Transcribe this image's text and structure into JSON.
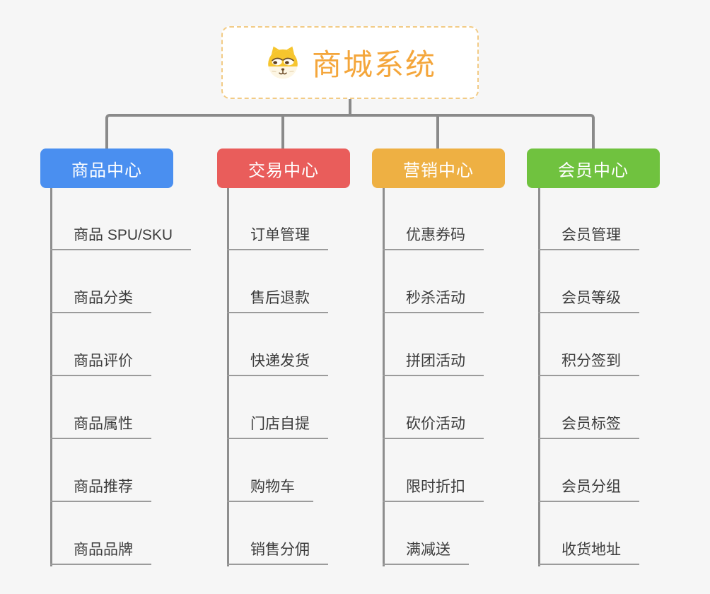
{
  "root": {
    "title": "商城系统",
    "icon": "shiba-dog-icon"
  },
  "branches": [
    {
      "label": "商品中心",
      "color": "#4a8ff0",
      "items": [
        "商品 SPU/SKU",
        "商品分类",
        "商品评价",
        "商品属性",
        "商品推荐",
        "商品品牌"
      ]
    },
    {
      "label": "交易中心",
      "color": "#e95d5b",
      "items": [
        "订单管理",
        "售后退款",
        "快递发货",
        "门店自提",
        "购物车",
        "销售分佣"
      ]
    },
    {
      "label": "营销中心",
      "color": "#eeb043",
      "items": [
        "优惠券码",
        "秒杀活动",
        "拼团活动",
        "砍价活动",
        "限时折扣",
        "满减送"
      ]
    },
    {
      "label": "会员中心",
      "color": "#70c23f",
      "items": [
        "会员管理",
        "会员等级",
        "积分签到",
        "会员标签",
        "会员分组",
        "收货地址"
      ]
    }
  ],
  "colors": {
    "background": "#f6f6f6",
    "connector": "#8a8a8a",
    "leaf_underline": "#9b9b9b",
    "leaf_text": "#3c3c3c",
    "root_border": "#f2cb85",
    "root_title": "#f4a63b"
  }
}
